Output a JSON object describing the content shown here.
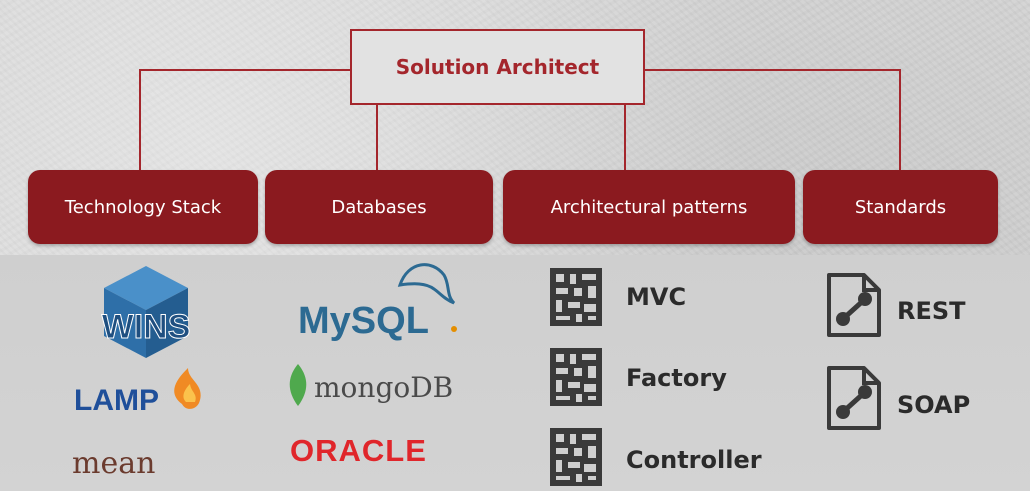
{
  "root": {
    "label": "Solution Architect"
  },
  "categories": [
    {
      "label": "Technology Stack"
    },
    {
      "label": "Databases"
    },
    {
      "label": "Architectural patterns"
    },
    {
      "label": "Standards"
    }
  ],
  "technology_stack": {
    "logos": [
      "WINS",
      "LAMP",
      "mean"
    ]
  },
  "databases": {
    "logos": [
      "MySQL",
      "mongoDB",
      "ORACLE"
    ]
  },
  "patterns": {
    "items": [
      {
        "label": "MVC"
      },
      {
        "label": "Factory"
      },
      {
        "label": "Controller"
      }
    ]
  },
  "standards": {
    "items": [
      {
        "label": "REST"
      },
      {
        "label": "SOAP"
      }
    ]
  },
  "colors": {
    "accent": "#a4262c",
    "category_bg": "#8b1a1f",
    "background": "#d6d6d6",
    "text_dark": "#2b2b2b"
  }
}
